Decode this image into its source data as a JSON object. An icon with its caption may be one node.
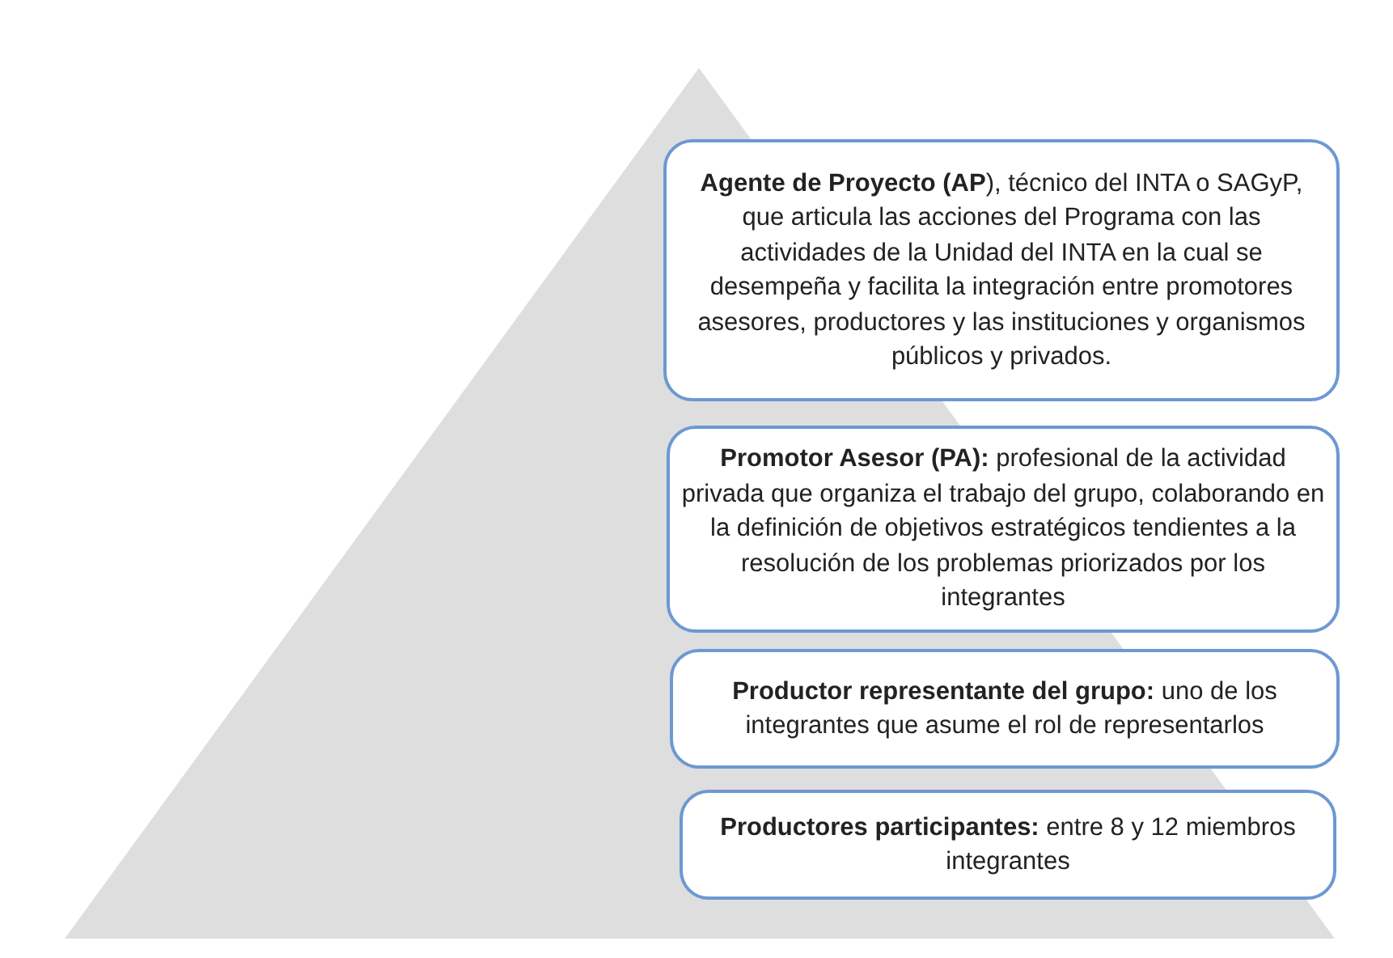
{
  "diagram": {
    "nodes": [
      {
        "text": [
          "**Agente de Proyecto (AP**), técnico del INTA o SAGyP, que articula las acciones del Programa con las actividades de la Unidad del INTA en la cual se desempeña y facilita la integración entre promotores asesores, productores y las instituciones y organismos públicos y privados."
        ]
      },
      {
        "text": [
          "**Promotor Asesor (PA):** profesional de la actividad privada que organiza el trabajo del grupo, colaborando en la definición de objetivos estratégicos tendientes a la resolución de los problemas priorizados por los integrantes"
        ]
      },
      {
        "text": [
          "**Productor representante del grupo:** uno de los integrantes que asume el rol de representarlos"
        ]
      },
      {
        "text": [
          "**Productores participantes:** entre 8 y 12 miembros integrantes"
        ]
      }
    ]
  }
}
